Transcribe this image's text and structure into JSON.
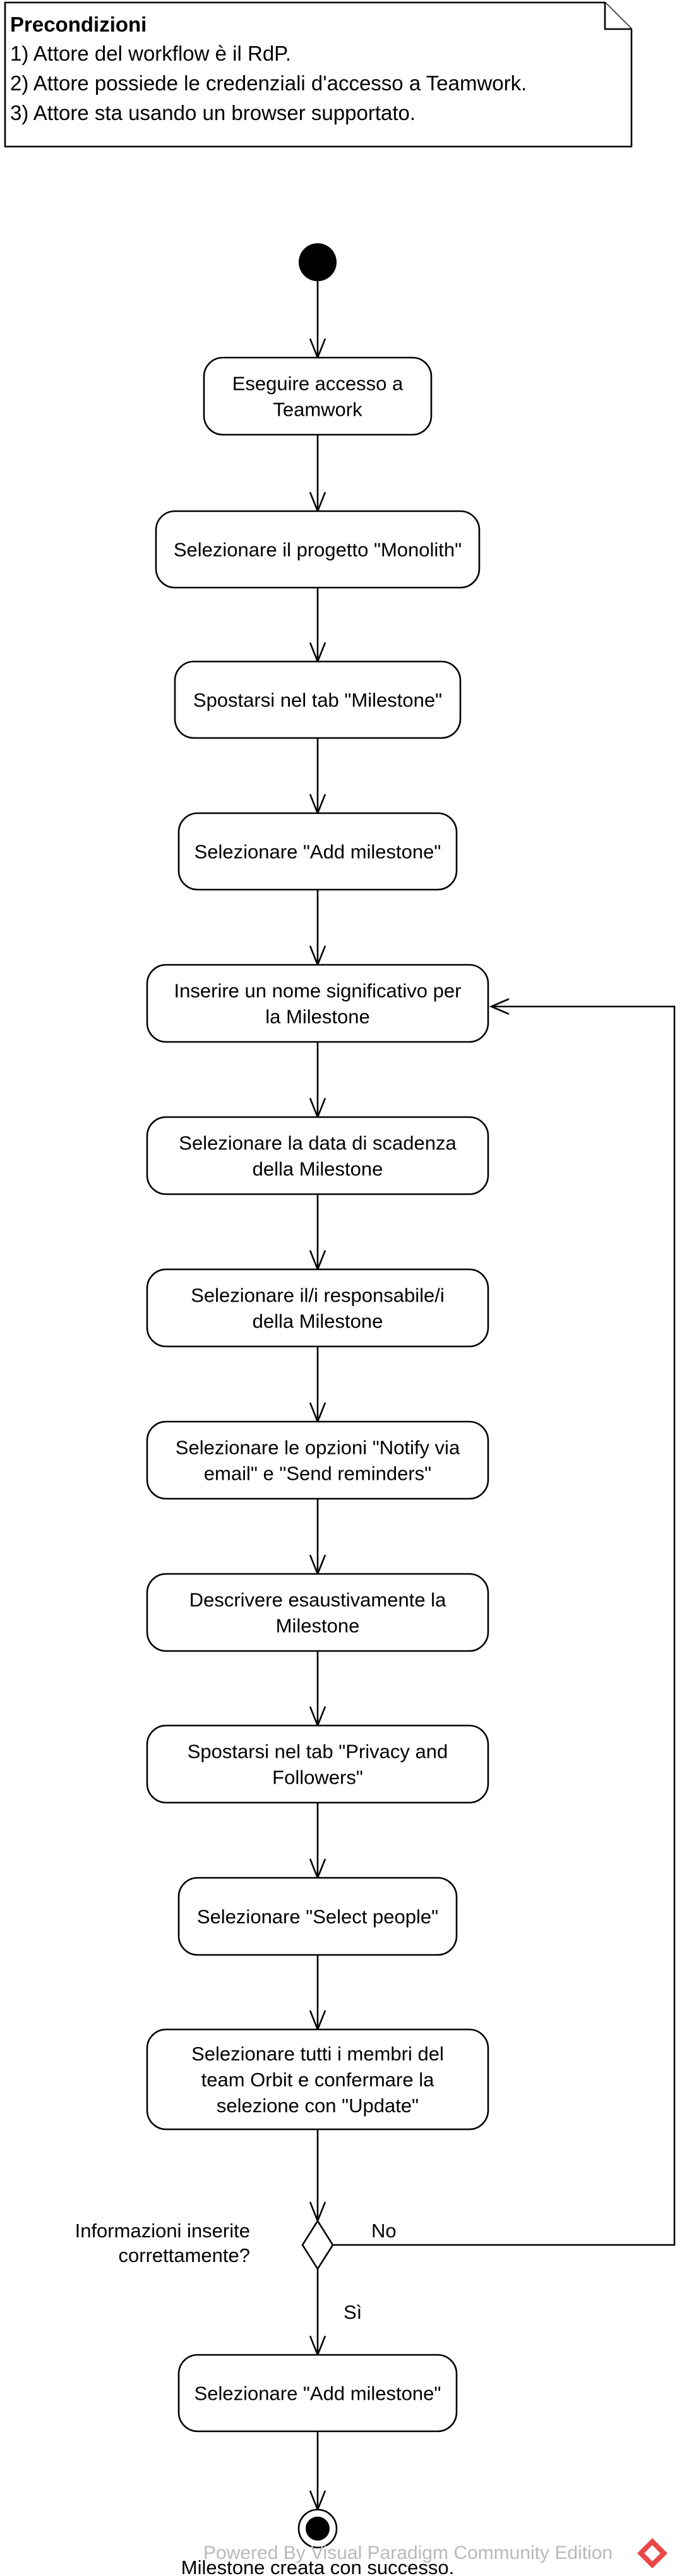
{
  "note": {
    "title": "Precondizioni",
    "lines": [
      "1) Attore del workflow è il RdP.",
      "2) Attore possiede le credenziali d'accesso a Teamwork.",
      "3) Attore sta usando un browser supportato."
    ]
  },
  "activities": [
    [
      "Eseguire accesso a",
      "Teamwork"
    ],
    [
      "Selezionare il progetto \"Monolith\""
    ],
    [
      "Spostarsi nel tab \"Milestone\""
    ],
    [
      "Selezionare \"Add milestone\""
    ],
    [
      "Inserire un nome significativo per",
      "la Milestone"
    ],
    [
      "Selezionare la data di scadenza",
      "della Milestone"
    ],
    [
      "Selezionare il/i responsabile/i",
      "della Milestone"
    ],
    [
      "Selezionare le opzioni \"Notify via",
      "email\" e \"Send reminders\""
    ],
    [
      "Descrivere esaustivamente la",
      "Milestone"
    ],
    [
      "Spostarsi nel tab \"Privacy and",
      "Followers\""
    ],
    [
      "Selezionare \"Select people\""
    ],
    [
      "Selezionare tutti i membri del",
      "team Orbit e confermare la",
      "selezione con \"Update\""
    ],
    [
      "Selezionare \"Add milestone\""
    ]
  ],
  "decision": {
    "question": [
      "Informazioni inserite",
      "correttamente?"
    ],
    "no_label": "No",
    "yes_label": "Sì"
  },
  "final_label": "Milestone creata con successo.",
  "watermark": "Powered By  Visual Paradigm Community Edition"
}
